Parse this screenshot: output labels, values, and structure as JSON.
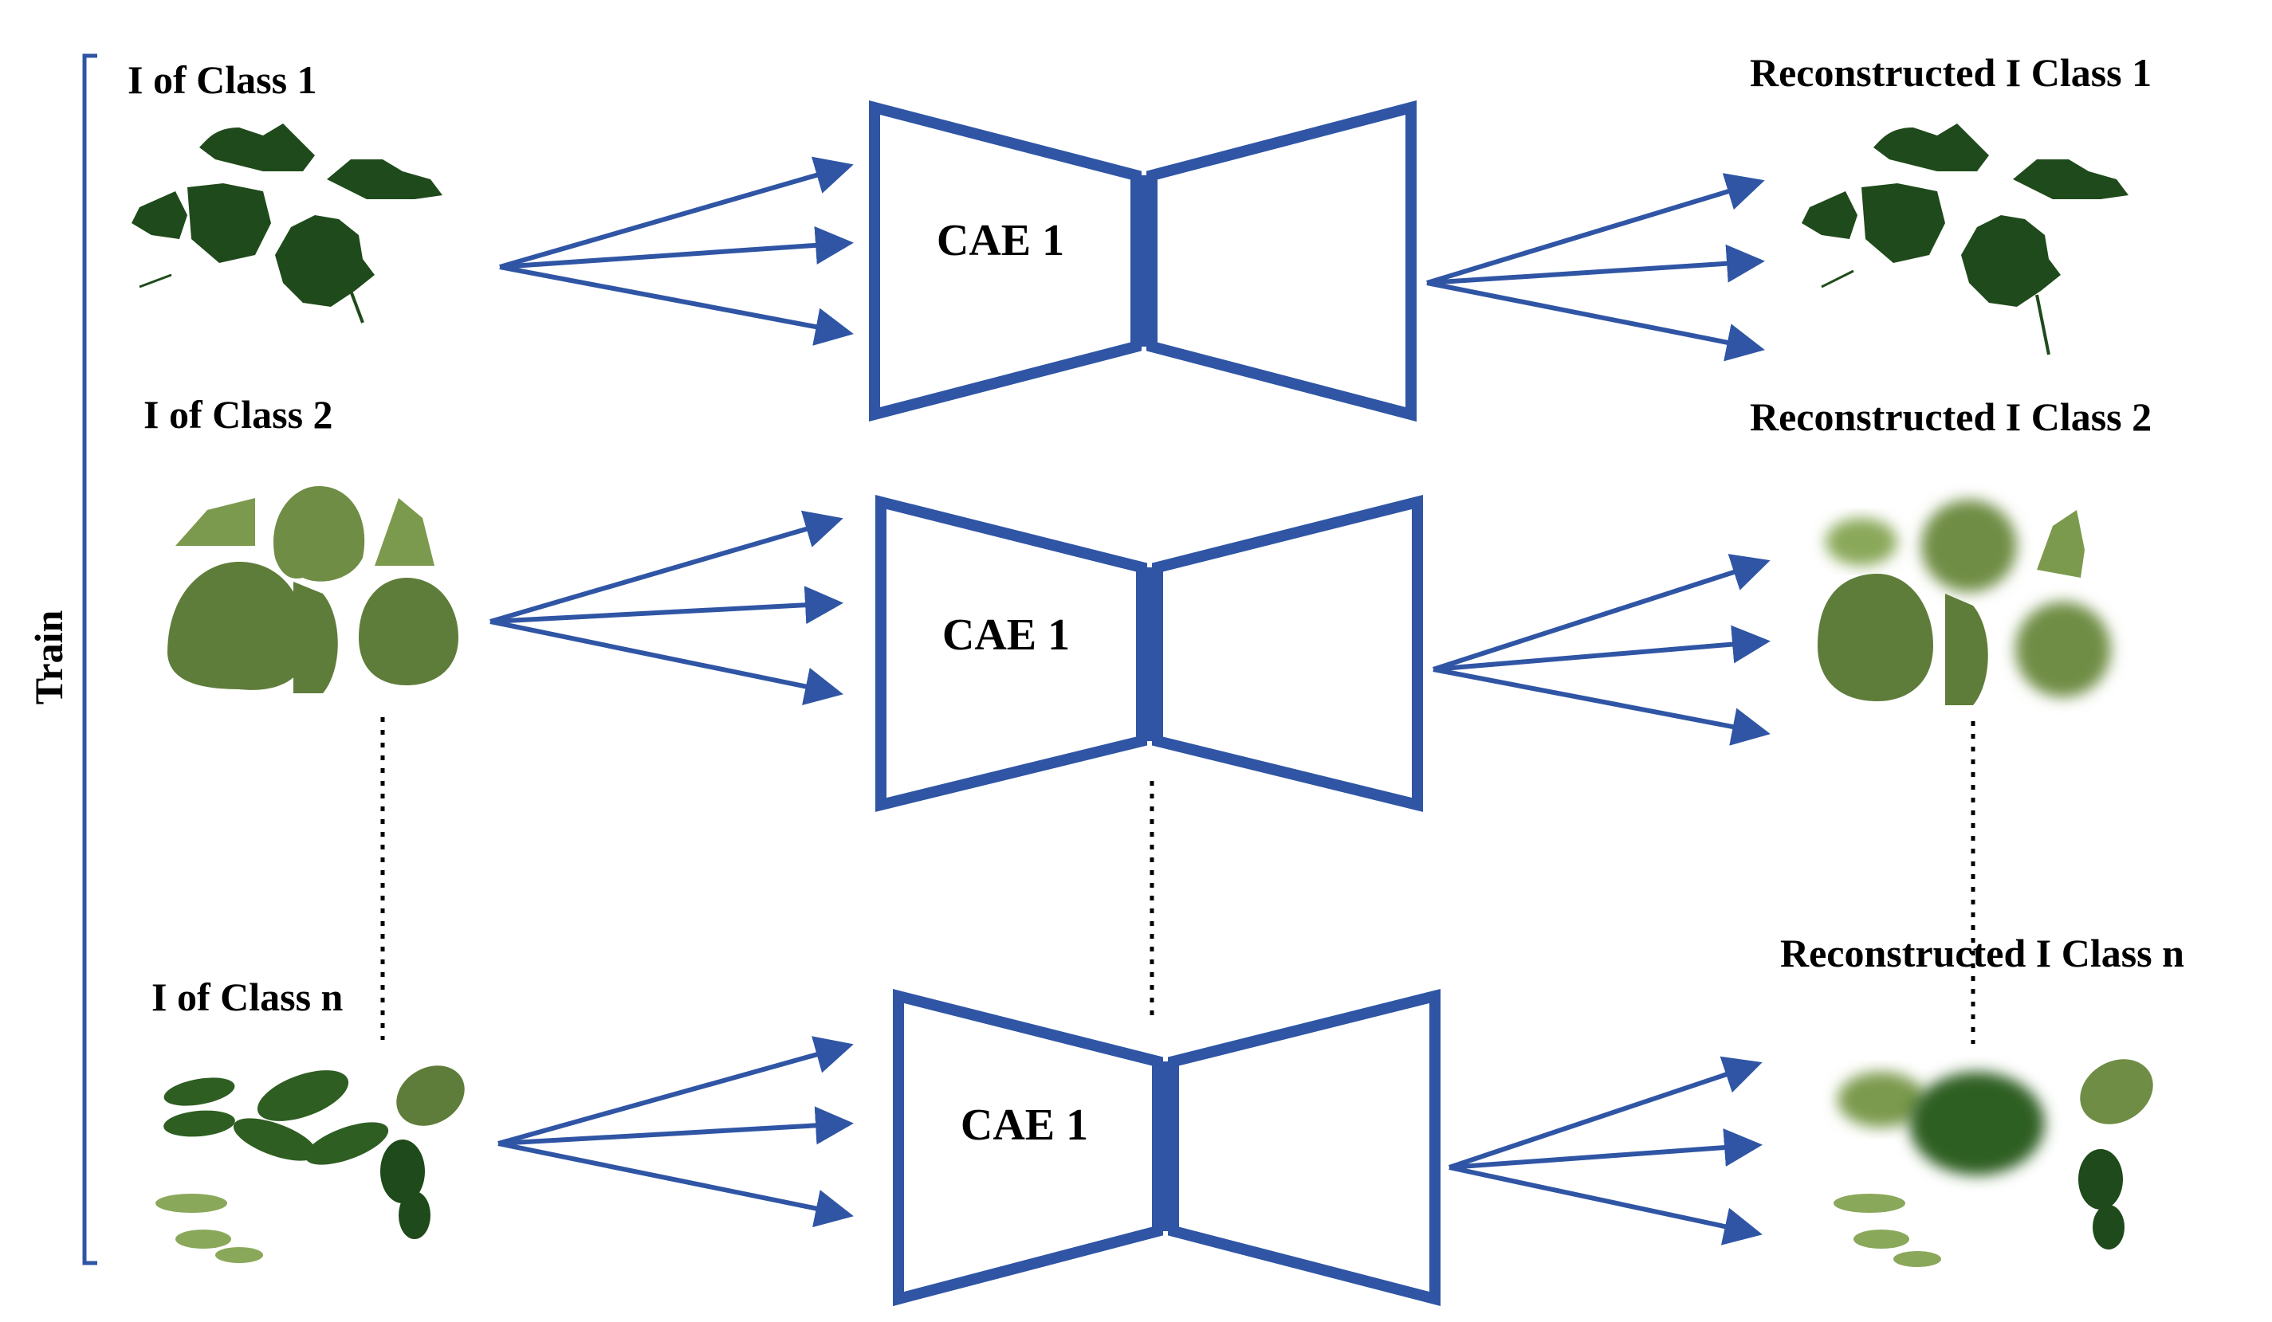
{
  "train_label": "Train",
  "colors": {
    "accent": "#2f55a4",
    "leaf_dark": "#1f4a1b",
    "leaf_mid": "#5c7f3a",
    "leaf_light": "#8aa85a"
  },
  "rows": [
    {
      "input_label": "I of Class 1",
      "model_label": "CAE 1",
      "output_label": "Reconstructed I Class 1",
      "leaf_style": "maple-dark"
    },
    {
      "input_label": "I of Class 2",
      "model_label": "CAE 1",
      "output_label": "Reconstructed I Class 2",
      "leaf_style": "round-olive"
    },
    {
      "input_label": "I of Class n",
      "model_label": "CAE 1",
      "output_label": "Reconstructed I Class n",
      "leaf_style": "compound-green"
    }
  ],
  "icons": [
    "train-bracket-icon",
    "arrow-fan-icon",
    "autoencoder-icon",
    "leaf-thumbnail-icon",
    "vertical-ellipsis-icon"
  ]
}
